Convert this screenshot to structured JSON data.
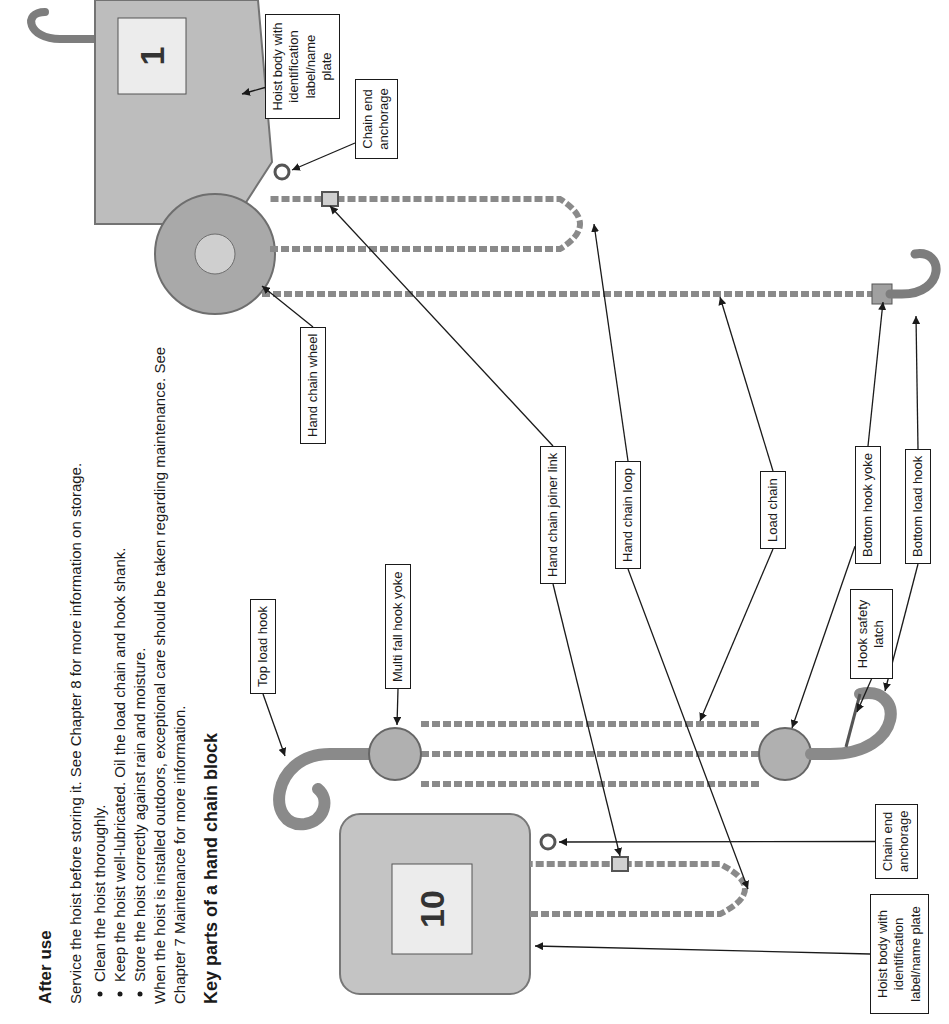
{
  "diagram": {
    "title": "Key parts of a hand chain block",
    "nodes": [
      {
        "text": [
          "Hoist body with identification label/name plate"
        ]
      },
      {
        "text": [
          "Chain end anchorage"
        ]
      },
      {
        "text": [
          "Hand chain wheel"
        ]
      },
      {
        "text": [
          "Top load hook"
        ]
      },
      {
        "text": [
          "Multi fall hook yoke"
        ]
      },
      {
        "text": [
          "Hand chain joiner link"
        ]
      },
      {
        "text": [
          "Hand chain loop"
        ]
      },
      {
        "text": [
          "Load chain"
        ]
      },
      {
        "text": [
          "Bottom hook yoke"
        ]
      },
      {
        "text": [
          "Bottom load hook"
        ]
      },
      {
        "text": [
          "Hook safety latch"
        ]
      },
      {
        "text": [
          "Hoist body with identification label/name plate"
        ]
      },
      {
        "text": [
          "Chain end anchorage"
        ]
      }
    ],
    "labels": [
      "After use",
      "Service the hoist before storing it. See Chapter 8 for more information on storage.",
      "Clean the hoist thoroughly.",
      "Keep the hoist well-lubricated. Oil the load chain and hook shank.",
      "Store the hoist correctly against rain and moisture.",
      "When the hoist is installed outdoors, exceptional care should be taken regarding maintenance. See Chapter 7 Maintenance for more information.",
      "1",
      "10"
    ]
  }
}
